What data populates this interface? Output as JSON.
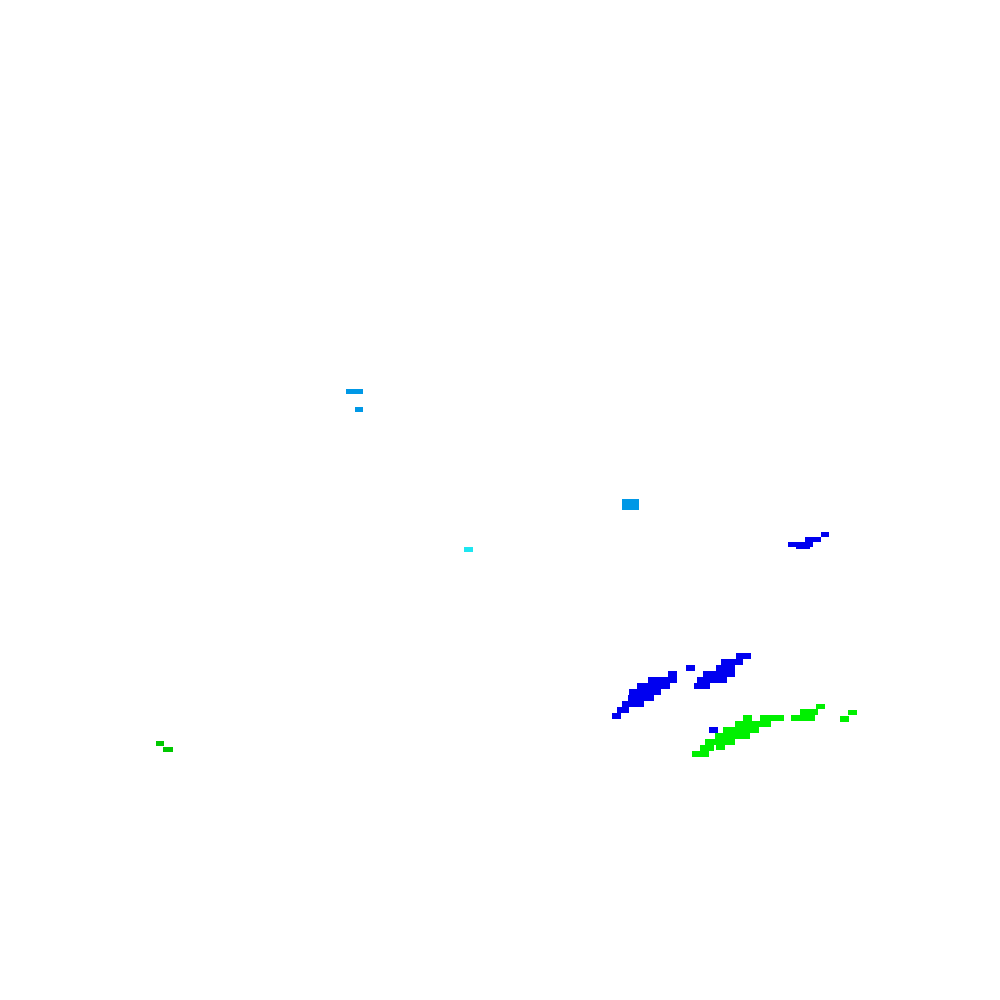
{
  "map": {
    "kind": "precipitation radar tile",
    "background": "#ffffff",
    "palette": {
      "light-blue": "#0098e6",
      "cyan": "#1ee6f0",
      "blue": "#0000f0",
      "bright-green": "#00f000",
      "dark-green": "#00c800"
    },
    "echo_clusters": [
      {
        "id": "nw-light-blue-speckles",
        "color": "light-blue"
      },
      {
        "id": "center-light-blue-cell",
        "color": "light-blue"
      },
      {
        "id": "center-cyan-speck",
        "color": "cyan"
      },
      {
        "id": "east-blue-band",
        "color": "blue"
      },
      {
        "id": "southeast-blue-band-west",
        "color": "blue"
      },
      {
        "id": "southeast-blue-band-east",
        "color": "blue"
      },
      {
        "id": "southeast-green-band",
        "color": "bright-green"
      },
      {
        "id": "southwest-green-speckles",
        "color": "dark-green"
      }
    ]
  }
}
